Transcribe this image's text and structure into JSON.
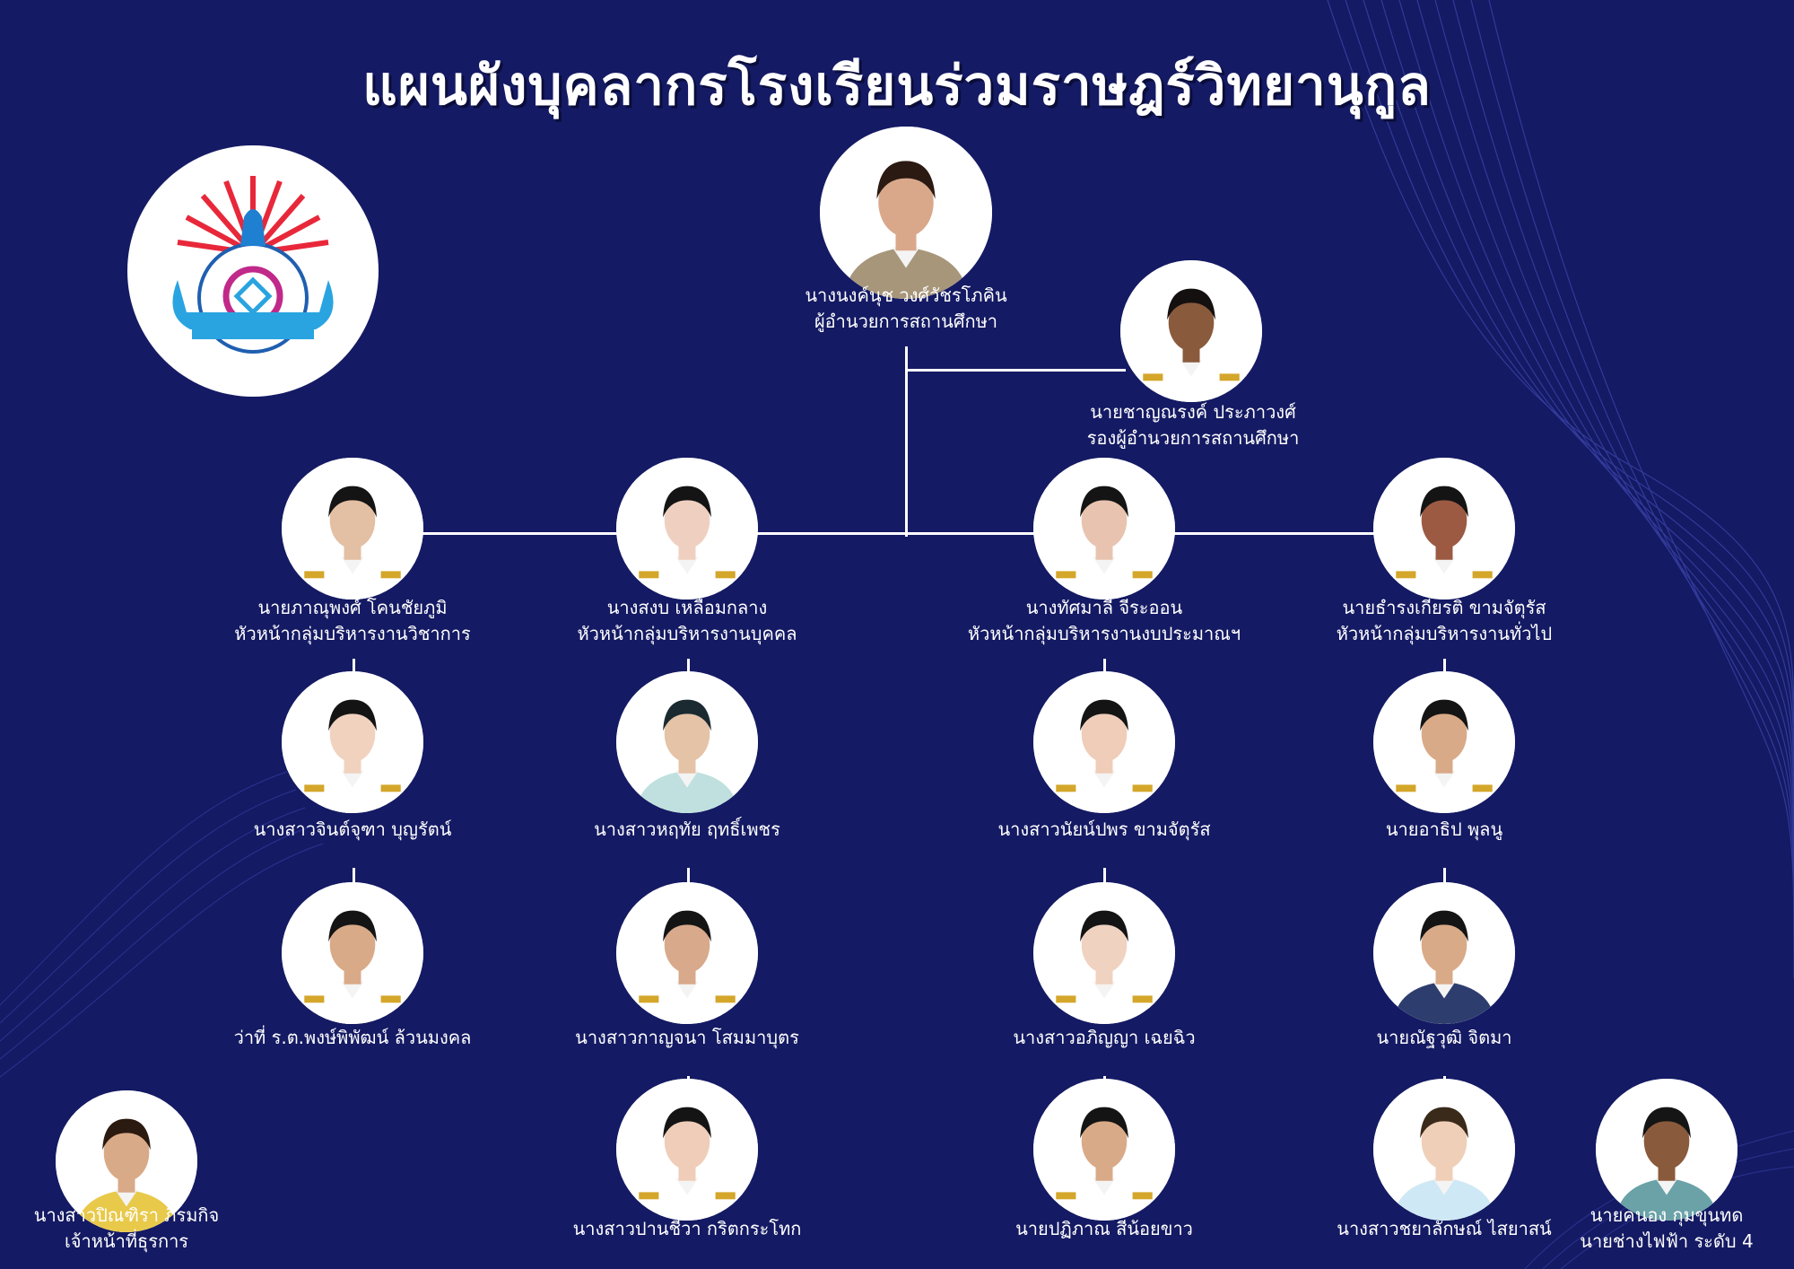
{
  "title": "แผนผังบุคลากรโรงเรียนร่วมราษฎร์วิทยานุกูล",
  "logo": {
    "icon": "school-emblem",
    "colors": {
      "rays": "#e8283a",
      "ribbon": "#2aa4e0",
      "torch": "#1f7fd0",
      "ring": "#c0298a"
    }
  },
  "colors": {
    "background": "#141a63",
    "line": "#ffffff",
    "text": "#ffffff"
  },
  "people": {
    "director": {
      "name": "นางนงค์นุช วงศ์วัชรโภคิน",
      "role": "ผู้อำนวยการสถานศึกษา"
    },
    "deputy": {
      "name": "นายชาญณรงค์ ประภาวงศ์",
      "role": "รองผู้อำนวยการสถานศึกษา"
    },
    "academic_head": {
      "name": "นายภาณุพงศ์ โคนชัยภูมิ",
      "role": "หัวหน้ากลุ่มบริหารงานวิชาการ"
    },
    "personnel_head": {
      "name": "นางสงบ เหลื่อมกลาง",
      "role": "หัวหน้ากลุ่มบริหารงานบุคคล"
    },
    "budget_head": {
      "name": "นางทัศมาลี จีระออน",
      "role": "หัวหน้ากลุ่มบริหารงานงบประมาณฯ"
    },
    "general_head": {
      "name": "นายธำรงเกียรติ ขามจัตุรัส",
      "role": "หัวหน้ากลุ่มบริหารงานทั่วไป"
    },
    "academic_staff_1": {
      "name": "นางสาวจินต์จุฑา บุญรัตน์"
    },
    "academic_staff_2": {
      "name": "ว่าที่ ร.ต.พงษ์พิพัฒน์ ล้วนมงคล"
    },
    "personnel_staff_1": {
      "name": "นางสาวหฤทัย ฤทธิ์เพชร"
    },
    "personnel_staff_2": {
      "name": "นางสาวกาญจนา โสมมาบุตร"
    },
    "personnel_staff_3": {
      "name": "นางสาวปานชีวา กริตกระโทก"
    },
    "budget_staff_1": {
      "name": "นางสาวนัยน์ปพร ขามจัตุรัส"
    },
    "budget_staff_2": {
      "name": "นางสาวอภิญญา เฉยฉิว"
    },
    "budget_staff_3": {
      "name": "นายปฏิภาณ สีน้อยขาว"
    },
    "general_staff_1": {
      "name": "นายอาธิป พุลนู"
    },
    "general_staff_2": {
      "name": "นายณัฐวุฒิ จิตมา"
    },
    "general_staff_3": {
      "name": "นางสาวชยาลักษณ์ ไสยาสน์"
    },
    "clerk": {
      "name": "นางสาวปิณฑิรา ภิรมกิจ",
      "role": "เจ้าหน้าที่ธุรการ"
    },
    "electrician": {
      "name": "นายคนอง กุมขุนทด",
      "role": "นายช่างไฟฟ้า ระดับ 4"
    }
  }
}
